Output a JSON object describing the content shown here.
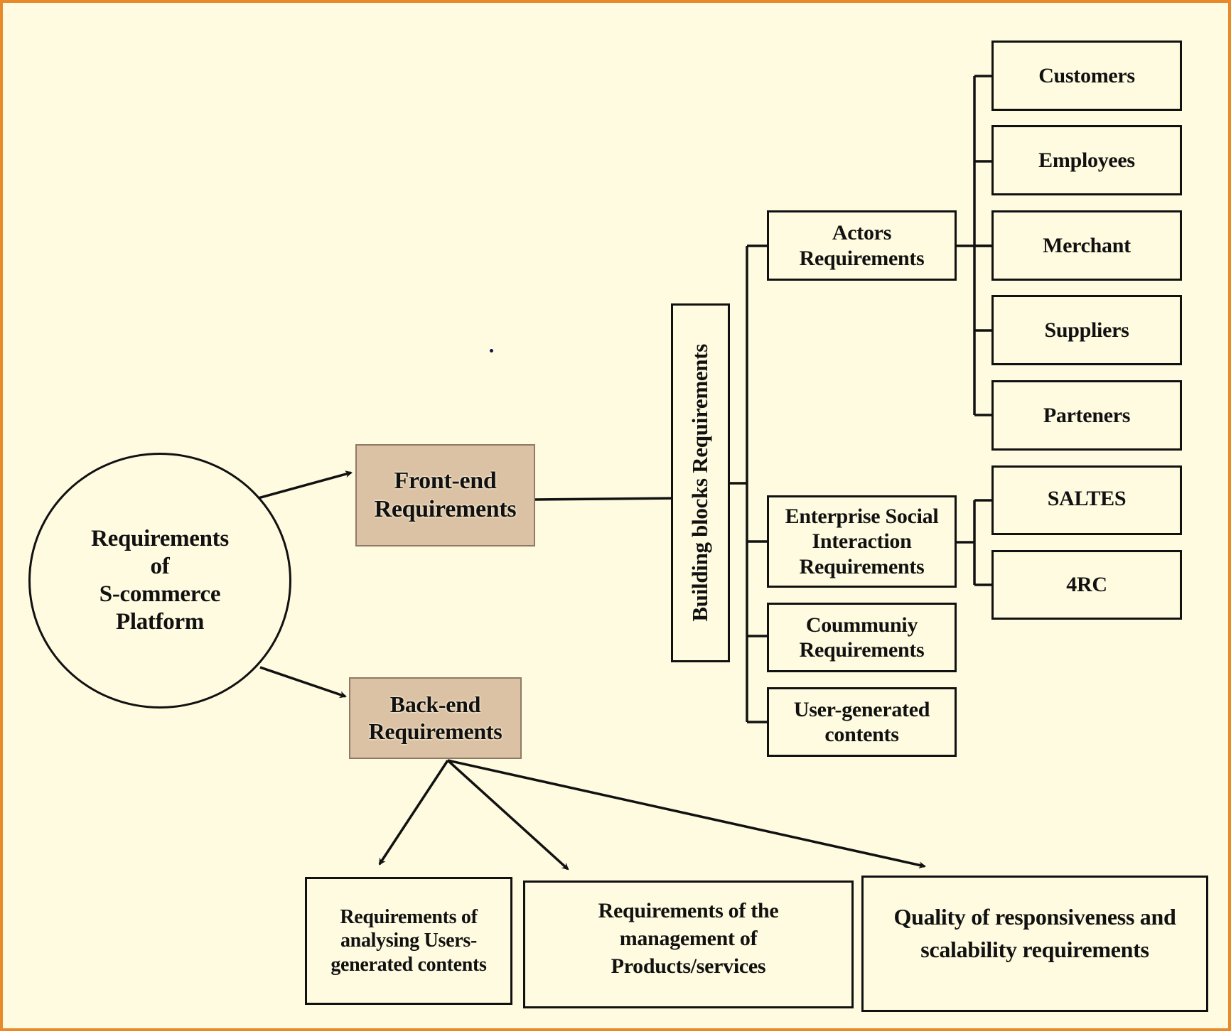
{
  "diagram": {
    "title": "Requirements of S-commerce Platform",
    "colors": {
      "background": "#fffbe0",
      "frame": "#e8892a",
      "category_fill": "#dcc2a4",
      "line": "#111111"
    },
    "root": {
      "label": "Requirements\nof\nS-commerce\nPlatform"
    },
    "front_end": {
      "label": "Front-end\nRequirements"
    },
    "back_end": {
      "label": "Back-end\nRequirements"
    },
    "building_blocks": {
      "label": "Building blocks Requirements"
    },
    "actors": {
      "label": "Actors\nRequirements",
      "children": [
        "Customers",
        "Employees",
        "Merchant",
        "Suppliers",
        "Parteners"
      ]
    },
    "enterprise_social": {
      "label": "Enterprise Social\nInteraction\nRequirements",
      "children": [
        "SALTES",
        "4RC"
      ]
    },
    "community": {
      "label": "Coummuniy\nRequirements"
    },
    "user_generated": {
      "label": "User-generated\ncontents"
    },
    "back_end_children": [
      "Requirements of\nanalysing Users-\ngenerated contents",
      "Requirements of the\nmanagement of\nProducts/services",
      "Quality of responsiveness and\nscalability requirements"
    ],
    "edges": [
      {
        "from": "root",
        "to": "front_end",
        "type": "arrow"
      },
      {
        "from": "root",
        "to": "back_end",
        "type": "arrow"
      },
      {
        "from": "front_end",
        "to": "building_blocks",
        "type": "arrow"
      },
      {
        "from": "building_blocks",
        "to": "actors",
        "type": "bracket"
      },
      {
        "from": "building_blocks",
        "to": "enterprise_social",
        "type": "bracket"
      },
      {
        "from": "building_blocks",
        "to": "community",
        "type": "bracket"
      },
      {
        "from": "building_blocks",
        "to": "user_generated",
        "type": "bracket"
      },
      {
        "from": "actors",
        "to": "Customers",
        "type": "bracket"
      },
      {
        "from": "actors",
        "to": "Employees",
        "type": "bracket"
      },
      {
        "from": "actors",
        "to": "Merchant",
        "type": "bracket"
      },
      {
        "from": "actors",
        "to": "Suppliers",
        "type": "bracket"
      },
      {
        "from": "actors",
        "to": "Parteners",
        "type": "bracket"
      },
      {
        "from": "enterprise_social",
        "to": "SALTES",
        "type": "bracket"
      },
      {
        "from": "enterprise_social",
        "to": "4RC",
        "type": "bracket"
      },
      {
        "from": "back_end",
        "to": "back_end_children.0",
        "type": "arrow"
      },
      {
        "from": "back_end",
        "to": "back_end_children.1",
        "type": "arrow"
      },
      {
        "from": "back_end",
        "to": "back_end_children.2",
        "type": "arrow"
      }
    ]
  }
}
